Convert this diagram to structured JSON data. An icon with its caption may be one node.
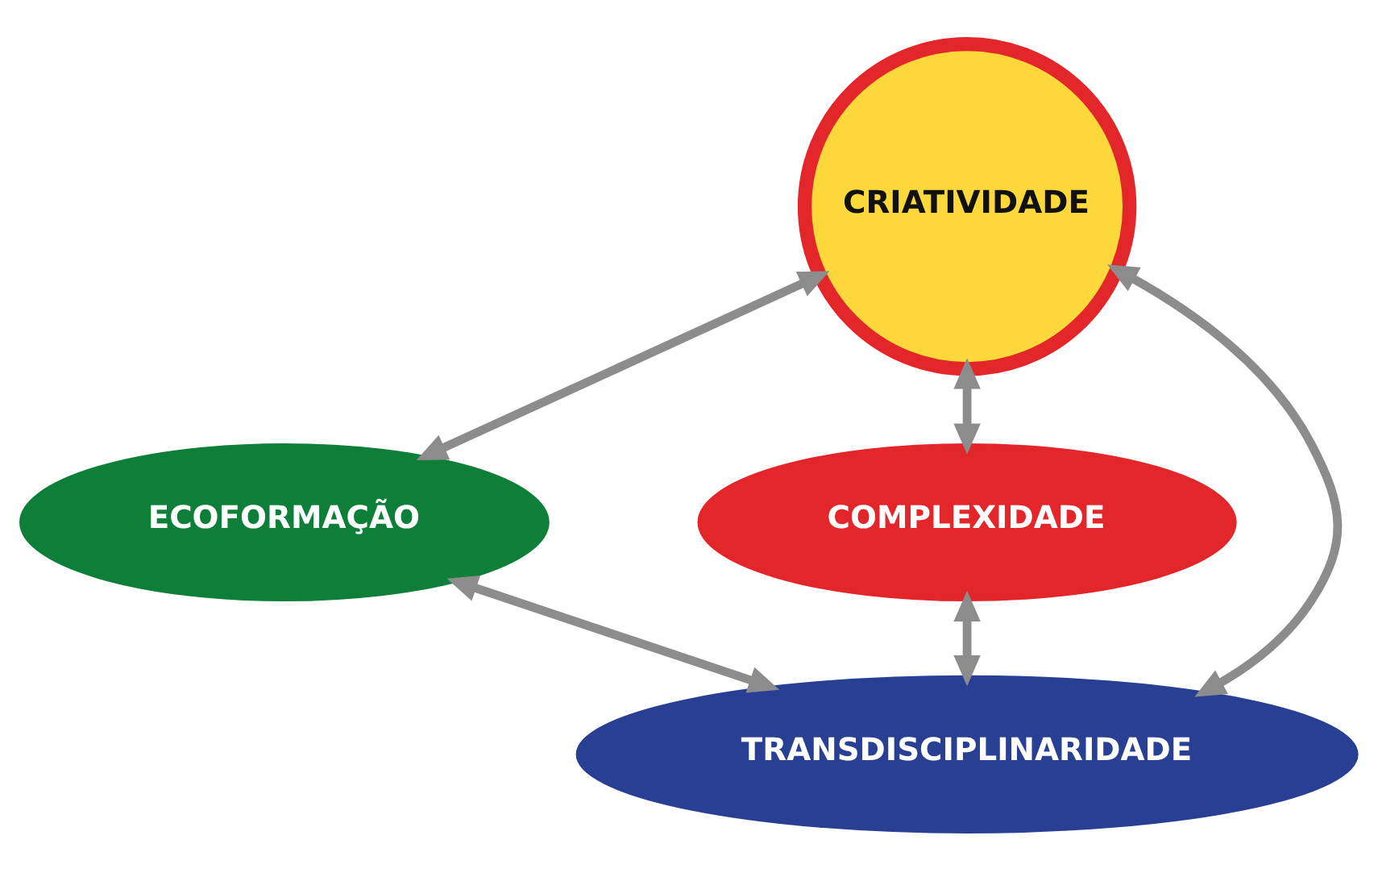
{
  "diagram": {
    "nodes": [
      {
        "text": [
          "CRIATIVIDADE"
        ]
      },
      {
        "text": [
          "ECOFORMAÇÃO"
        ]
      },
      {
        "text": [
          "COMPLEXIDADE"
        ]
      },
      {
        "text": [
          "TRANSDISCIPLINARIDADE"
        ]
      }
    ],
    "edges": [
      {
        "from": 0,
        "to": 1,
        "arrow": "both"
      },
      {
        "from": 0,
        "to": 3,
        "arrow": "both"
      },
      {
        "from": 0,
        "to": 2,
        "arrow": "both"
      },
      {
        "from": 1,
        "to": 3,
        "arrow": "both"
      },
      {
        "from": 2,
        "to": 3,
        "arrow": "both"
      }
    ]
  }
}
